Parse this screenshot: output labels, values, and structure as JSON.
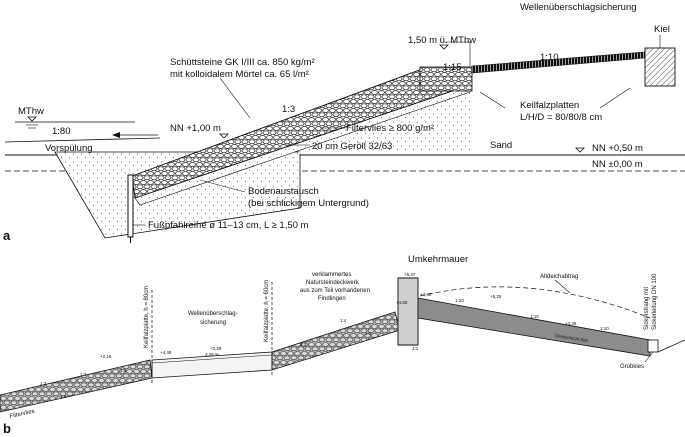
{
  "panel_a": {
    "panel_label": "a",
    "labels": {
      "wave_overtopping": "Wellenüberschlagsicherung",
      "keel": "Kiel",
      "height_above_mthw": "1,50 m ü. MThw",
      "slope_top": "1:10",
      "slope_crest": "1:15",
      "slope_main": "1:3",
      "slope_foreshore": "1:80",
      "armour_stones_line1": "Schüttsteine GK I/III ca. 850 kg/m²",
      "armour_stones_line2": "mit kolloidalem Mörtel ca. 65 l/m²",
      "mthw": "MThw",
      "nn_plus_100": "NN +1,00 m",
      "filter_fleece": "Filtervlies ≥ 800 g/m²",
      "gravel": "20 cm Geröll 32/63",
      "flushing": "Vorspülung",
      "sand": "Sand",
      "nn_plus_050": "NN +0,50 m",
      "nn_000": "NN ±0,00 m",
      "keel_plates_line1": "Keilfalzplatten",
      "keel_plates_line2": "L/H/D = 80/80/8 cm",
      "soil_exchange_line1": "Bodenaustausch",
      "soil_exchange_line2": "(bei schlickigem Untergrund)",
      "pile_row": "Fußpfahlreihe ø 11–13 cm, L ≥ 1,50 m"
    }
  },
  "panel_b": {
    "panel_label": "b",
    "labels": {
      "retaining_wall": "Umkehrmauer",
      "old_dike_removal": "Altdeichabtrag",
      "seepage_line1": "Sickerstrang mit",
      "seepage_line2": "Sickerleitung DN 100",
      "keel_plate_80": "Keilfalzplatte, h = 80cm",
      "keel_plate_60": "Keilfalzplatte, h = 60cm",
      "wave_overtopping_line1": "Wellenüberschlag-",
      "wave_overtopping_line2": "sicherung",
      "stone_revetment_line1": "verklammertes",
      "stone_revetment_line2": "Natursteindeckwerk",
      "stone_revetment_line3": "aus zum Teil vorhandenen",
      "stone_revetment_line4": "Findlingen",
      "coarse_gravel": "Grobkies",
      "filter_fleece": "Filtervlies",
      "elev_1": "+4,80",
      "elev_2": "+4,60",
      "elev_3": "+5,37",
      "elev_4": "+4,48",
      "elev_5": "+3,28",
      "elev_6": "+2,16",
      "elev_7": "+4,35",
      "elev_8": "+5,25",
      "slope_1": "1:3",
      "slope_2": "1:4",
      "slope_3": "1:4",
      "slope_4": "1:10",
      "slope_5": "1:10",
      "slope_6": "1:10",
      "slope_7": "1:3",
      "slope_8": "1:3",
      "slope_9": "1:3",
      "slope_10": "1:1",
      "clay_note": "Deckschicht Klei",
      "gradient_1": "3,28 %",
      "gradient_2": "1:4"
    }
  }
}
